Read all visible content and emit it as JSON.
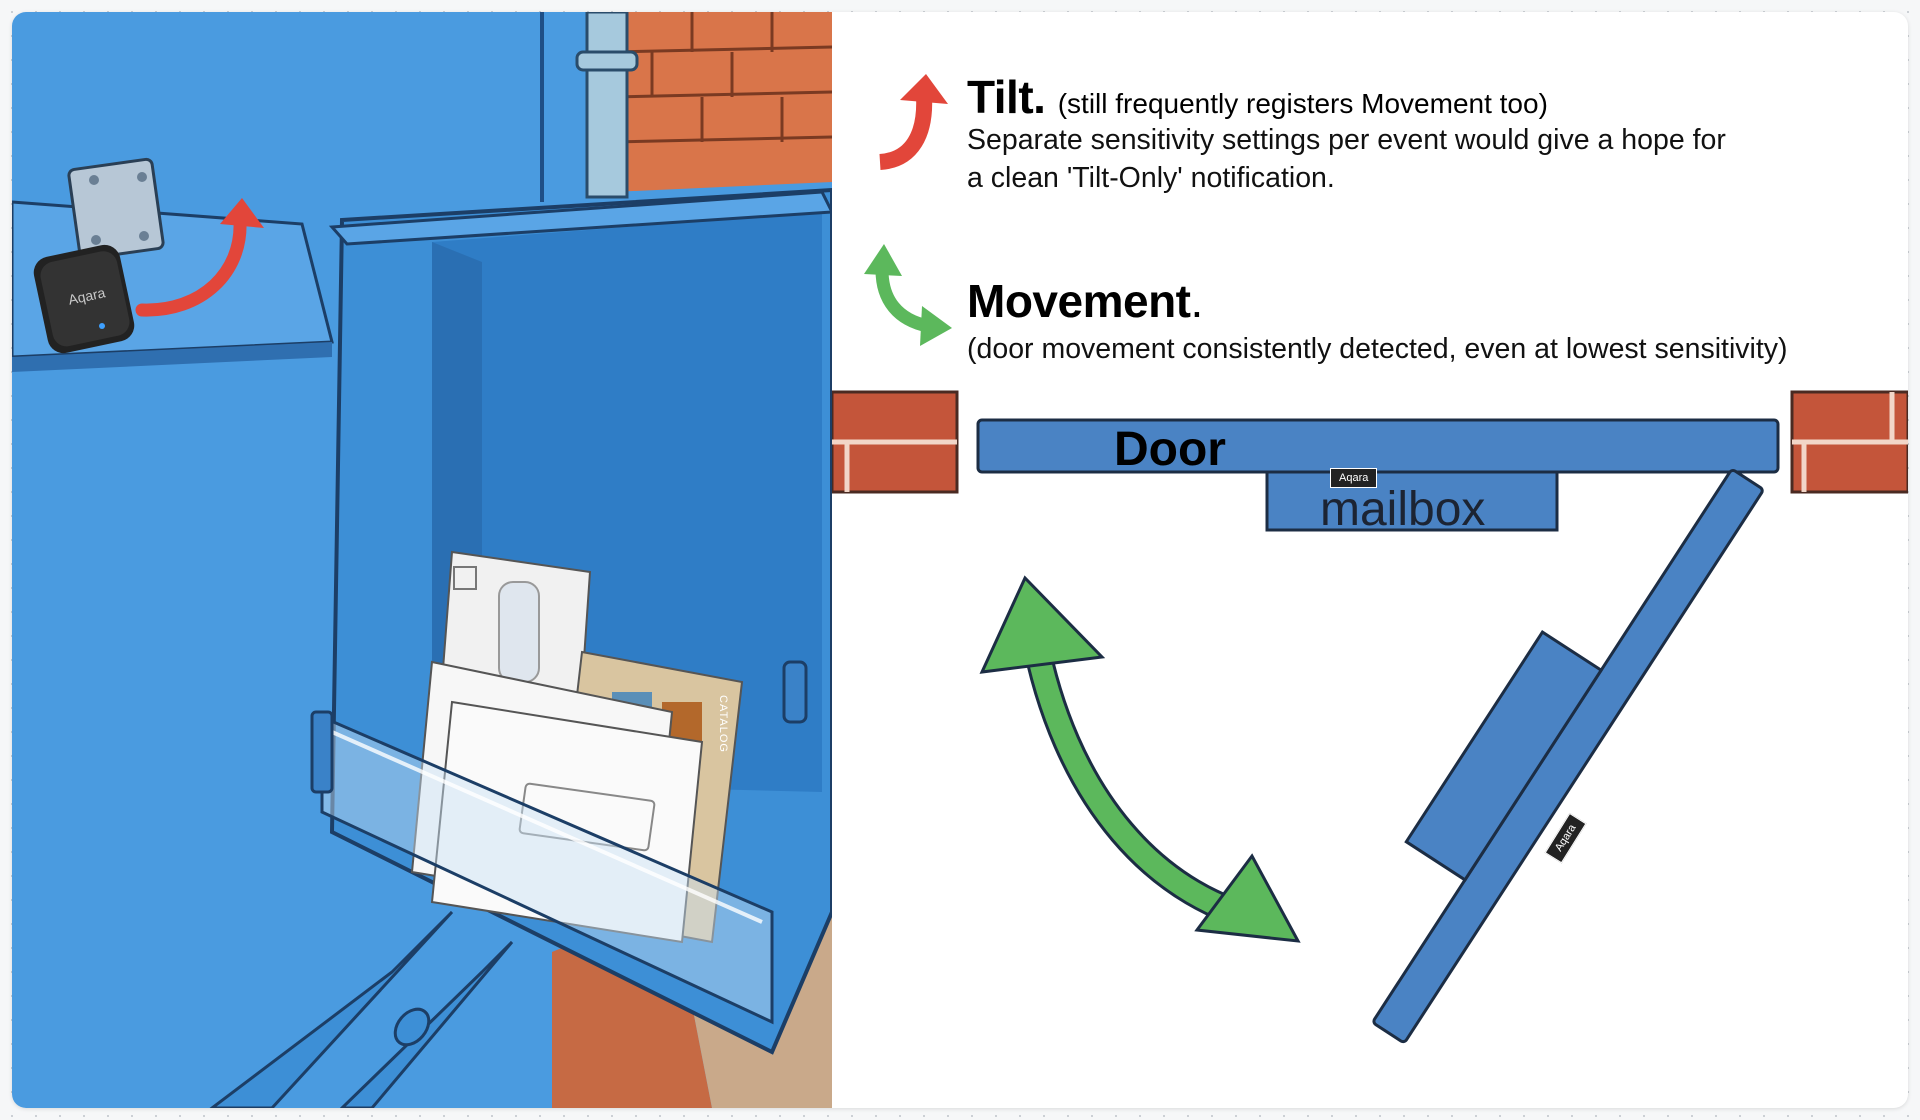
{
  "legend": {
    "tilt": {
      "title": "Tilt.",
      "note": "(still frequently registers Movement too)",
      "line1": "Separate sensitivity settings per event would give a hope for",
      "line2": "a clean 'Tilt-Only' notification.",
      "arrow_color": "#e2463a"
    },
    "movement": {
      "title": "Movement",
      "period": ".",
      "note": "(door movement consistently detected, even at lowest sensitivity)",
      "arrow_color": "#5cb85c"
    }
  },
  "diagram": {
    "door_label": "Door",
    "mailbox_label": "mailbox",
    "sensor_tag_top": "Aqara",
    "sensor_tag_open": "Aqara",
    "door_color": "#4a83c4",
    "brick_color": "#c4553a"
  },
  "illustration": {
    "sensor_brand": "Aqara",
    "catalog_text": "CATALOG",
    "mailbox_color": "#3d8fd6"
  }
}
